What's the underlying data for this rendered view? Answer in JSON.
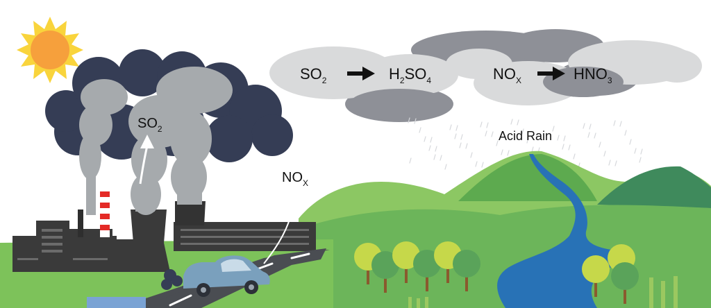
{
  "labels": {
    "so2_cloud": {
      "base": "SO",
      "sub": "2"
    },
    "h2so4": {
      "p1": "H",
      "s1": "2",
      "p2": "SO",
      "s2": "4"
    },
    "nox_cloud": {
      "base": "NO",
      "sub": "X"
    },
    "hno3": {
      "base": "HNO",
      "sub": "3"
    },
    "so2_smoke": {
      "base": "SO",
      "sub": "2"
    },
    "nox_car": {
      "base": "NO",
      "sub": "X"
    },
    "acid_rain": "Acid Rain"
  },
  "icons": [
    "sun-icon",
    "arrow-right-icon",
    "factory-icon",
    "car-icon",
    "tree-icon",
    "river-icon"
  ],
  "colors": {
    "sun": "#f6a03c",
    "sun_rays": "#f9d43c",
    "dark_cloud": "#353d55",
    "smoke": "#a6aaad",
    "light_cloud": "#d9dadb",
    "mid_cloud": "#8e9097",
    "hill_light": "#8cc763",
    "hill_dark": "#3f8a5c",
    "grass": "#7dc25a",
    "river": "#2872b6",
    "road": "#4a4d52",
    "car": "#7aa0bd",
    "factory": "#3a3a3a",
    "chimney_stripe": "#e42a26"
  }
}
